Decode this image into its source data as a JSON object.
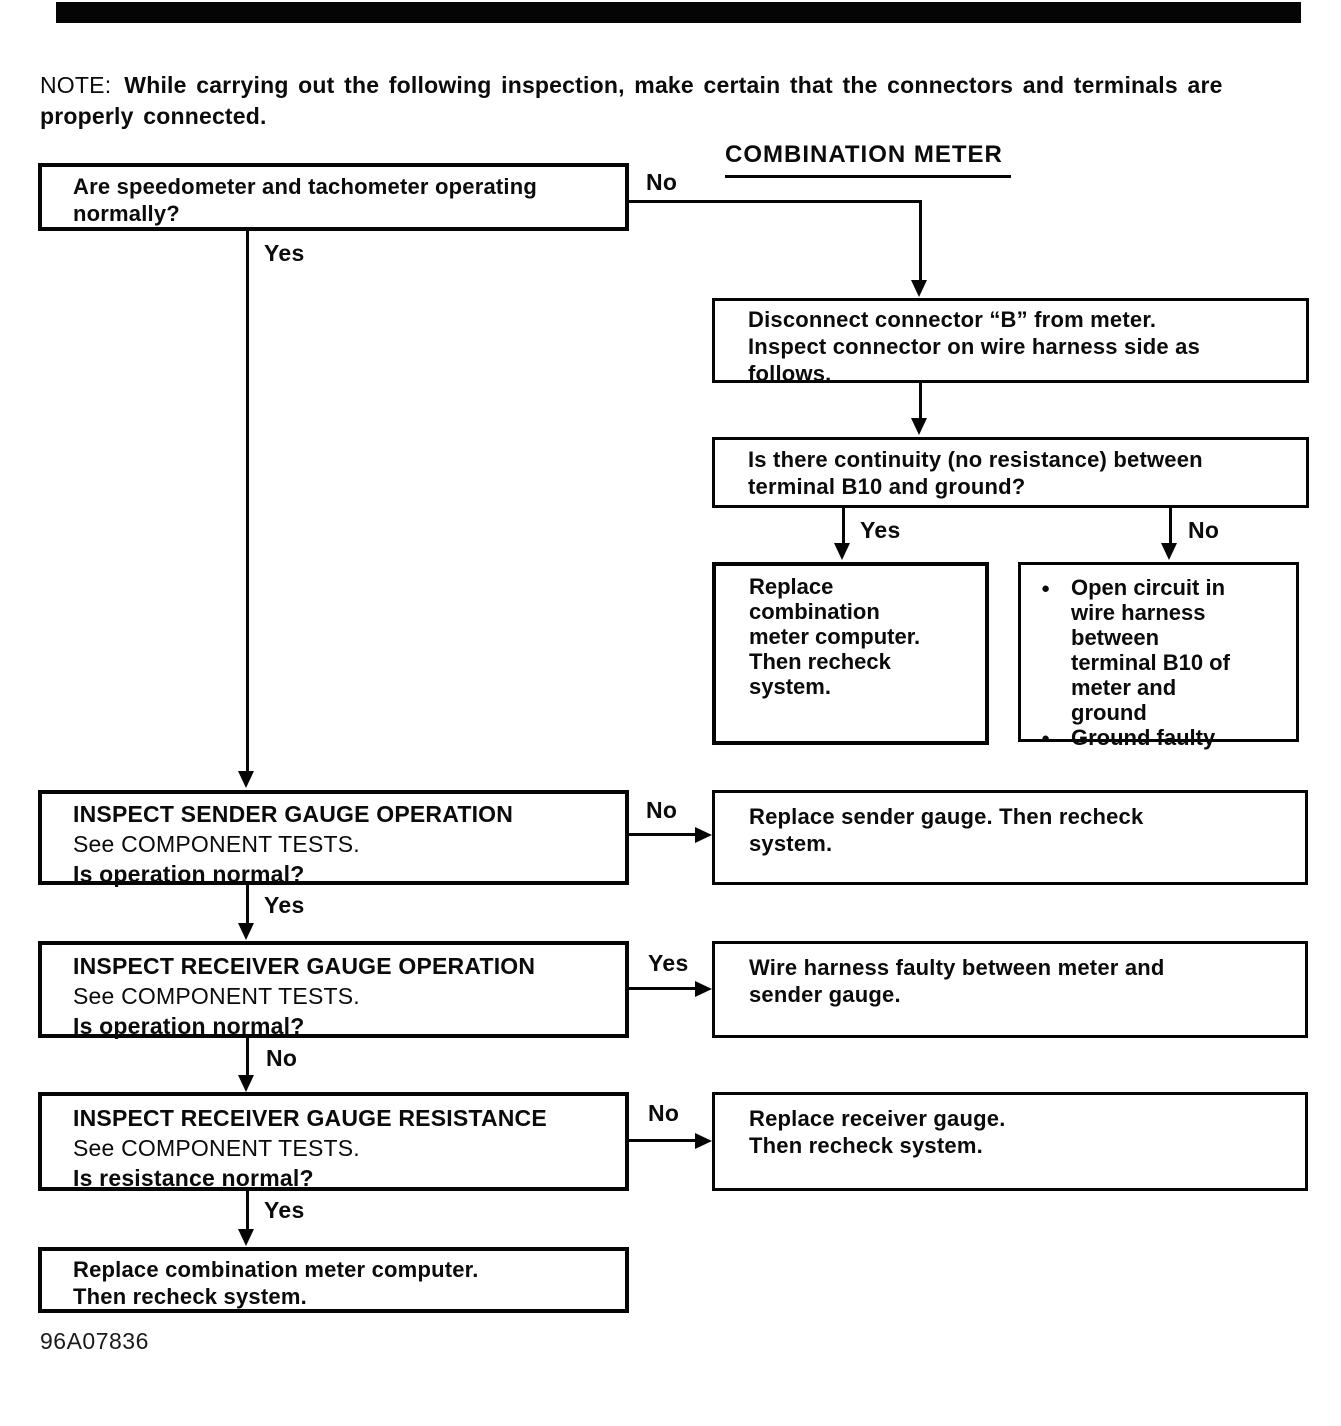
{
  "page": {
    "note_label": "NOTE:",
    "note_text": "While carrying out the following inspection, make certain that the connectors and terminals are\nproperly connected.",
    "heading": "COMBINATION METER",
    "figure_code": "96A07836"
  },
  "labels": {
    "start_no": "No",
    "start_yes": "Yes",
    "continuity_yes": "Yes",
    "continuity_no": "No",
    "sender_no": "No",
    "sender_yes": "Yes",
    "receiver_yes": "Yes",
    "receiver_no": "No",
    "resistance_no": "No",
    "resistance_yes": "Yes"
  },
  "flowchart": {
    "start_box": "Are speedometer and tachometer operating\nnormally?",
    "disconnect_box": "Disconnect connector “B” from meter.\nInspect connector on wire harness side as\nfollows.",
    "continuity_box": "Is there continuity (no resistance) between\nterminal B10 and ground?",
    "replace_meter_computer_box": "Replace\ncombination\nmeter computer.\nThen recheck\nsystem.",
    "open_circuit_box": {
      "bullets": [
        "Open circuit in\nwire harness\nbetween\nterminal B10 of\nmeter and\nground",
        "Ground faulty"
      ]
    },
    "sender_box": {
      "title": "INSPECT SENDER GAUGE OPERATION",
      "subtitle": "See COMPONENT TESTS.",
      "question": "Is operation normal?"
    },
    "replace_sender_box": "Replace sender gauge. Then recheck\nsystem.",
    "receiver_box": {
      "title": "INSPECT RECEIVER GAUGE OPERATION",
      "subtitle": "See COMPONENT TESTS.",
      "question": "Is operation normal?"
    },
    "wire_harness_box": "Wire harness faulty between meter and\nsender gauge.",
    "resistance_box": {
      "title": "INSPECT RECEIVER GAUGE RESISTANCE",
      "subtitle": "See COMPONENT TESTS.",
      "question": "Is resistance normal?"
    },
    "replace_receiver_box": "Replace receiver gauge.\nThen recheck system.",
    "final_box": "Replace combination meter computer.\nThen recheck system."
  }
}
